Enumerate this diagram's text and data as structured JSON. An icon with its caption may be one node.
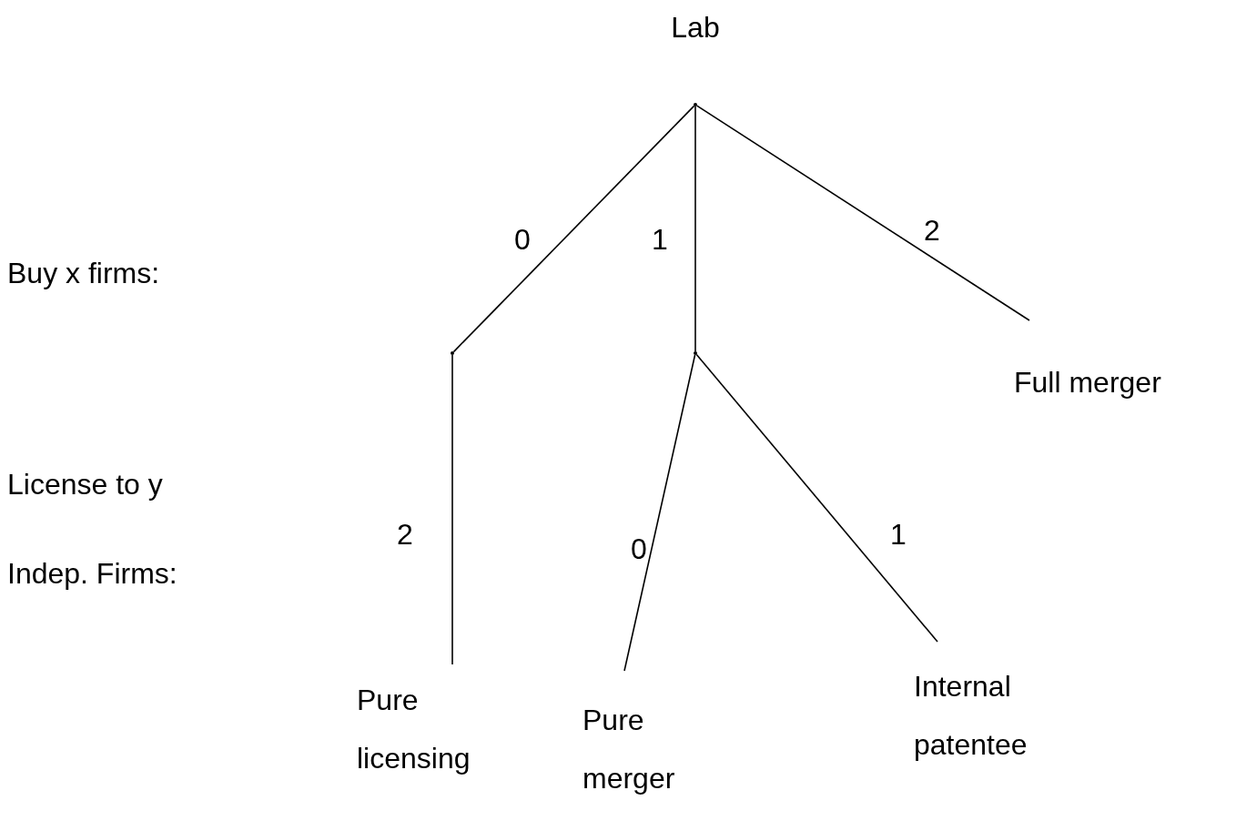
{
  "diagram": {
    "nodes": [
      {
        "text": [],
        "shape": "point",
        "beside": [
          "Lab"
        ]
      },
      {
        "text": [],
        "shape": "point"
      },
      {
        "text": [],
        "shape": "point"
      },
      {
        "text": [
          "Full merger"
        ]
      },
      {
        "text": [
          "Pure licensing"
        ]
      },
      {
        "text": [
          "Pure merger"
        ]
      },
      {
        "text": [
          "Internal patentee"
        ]
      }
    ],
    "edges": [
      {
        "from": 0,
        "to": 1,
        "arrow": "none",
        "label": "0"
      },
      {
        "from": 0,
        "to": 2,
        "arrow": "none",
        "label": "1"
      },
      {
        "from": 0,
        "to": 3,
        "arrow": "none",
        "label": "2"
      },
      {
        "from": 1,
        "to": 4,
        "arrow": "none",
        "label": "2"
      },
      {
        "from": 2,
        "to": 5,
        "arrow": "none",
        "label": "0"
      },
      {
        "from": 2,
        "to": 6,
        "arrow": "none",
        "label": "1"
      }
    ],
    "labels": [
      "Buy x firms:",
      "License to y",
      "Indep. Firms:"
    ]
  }
}
